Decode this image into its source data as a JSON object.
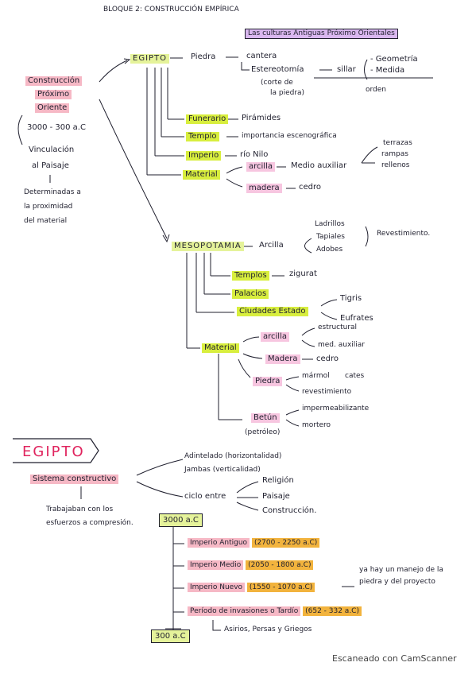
{
  "header": {
    "title": "BLOQUE 2: CONSTRUCCIÓN EMPÍRICA",
    "subtitle": "Las culturas Antiguas Próximo Orientales"
  },
  "left": {
    "main_title": [
      "Construcción",
      "Próximo",
      "Oriente"
    ],
    "dates": "3000 - 300 a.C",
    "vinculacion": [
      "Vinculación",
      "al Paisaje"
    ],
    "determinadas": [
      "Determinadas a",
      "la proximidad",
      "del material"
    ]
  },
  "egipto": {
    "title": "EGIPTO",
    "piedra": "Piedra",
    "cantera": "cantera",
    "estereotomia": "Estereotomía",
    "corte": [
      "(corte de",
      "la piedra)"
    ],
    "sillar": "sillar",
    "geometria": "- Geometría",
    "medida": "- Medida",
    "orden": "orden",
    "funerario": "Funerario",
    "piramides": "Pirámides",
    "templo": "Templo",
    "templo_desc": "importancia escenográfica",
    "imperio": "Imperio",
    "rio_nilo": "río Nilo",
    "material": "Material",
    "arcilla": "arcilla",
    "medio_auxiliar": "Medio auxiliar",
    "terrazas": "terrazas",
    "rampas": "rampas",
    "rellenos": "rellenos",
    "madera": "madera",
    "cedro": "cedro"
  },
  "mesopotamia": {
    "title": "MESOPOTAMIA",
    "arcilla": "Arcilla",
    "ladrillos": "Ladrillos",
    "tapiales": "Tapiales",
    "adobes": "Adobes",
    "revestimiento": "Revestimiento.",
    "templos": "Templos",
    "zigurat": "zigurat",
    "palacios": "Palacios",
    "ciudades": "Ciudades Estado",
    "tigris": "Tigris",
    "eufrates": "Eufrates",
    "material": "Material",
    "arcilla2": "arcilla",
    "estructural": "estructural",
    "med_auxiliar": "med. auxiliar",
    "madera": "Madera",
    "cedro": "cedro",
    "piedra": "Piedra",
    "marmol": "mármol",
    "cates": "cates",
    "revestimiento2": "revestimiento",
    "beton": "Betún",
    "petroleo": "(petróleo)",
    "impermeabilizante": "impermeabilizante",
    "mortero": "mortero"
  },
  "section2": {
    "title": "EGIPTO",
    "sistema": "Sistema constructivo",
    "adintelado": "Adintelado (horizontalidad)",
    "jambas": "Jambas (verticalidad)",
    "ciclo": "ciclo entre",
    "religion": "Religión",
    "paisaje": "Paisaje",
    "construccion": "Construcción.",
    "trabajaban": [
      "Trabajaban con los",
      "esfuerzos a compresión."
    ],
    "start": "3000 a.C",
    "end": "300 a.C",
    "periods": [
      {
        "label": "Imperio Antiguo",
        "dates": "(2700 - 2250 a.C)"
      },
      {
        "label": "Imperio Medio",
        "dates": "(2050 - 1800 a.C)"
      },
      {
        "label": "Imperio Nuevo",
        "dates": "(1550 - 1070 a.C)"
      },
      {
        "label": "Período de invasiones o Tardío",
        "dates": "(652 - 332 a.C)"
      }
    ],
    "nuevo_note": [
      "ya hay un manejo de la",
      "piedra y del proyecto"
    ],
    "invasores": "Asirios, Persas y Griegos"
  },
  "footer": {
    "scanner": "Escaneado con CamScanner"
  }
}
